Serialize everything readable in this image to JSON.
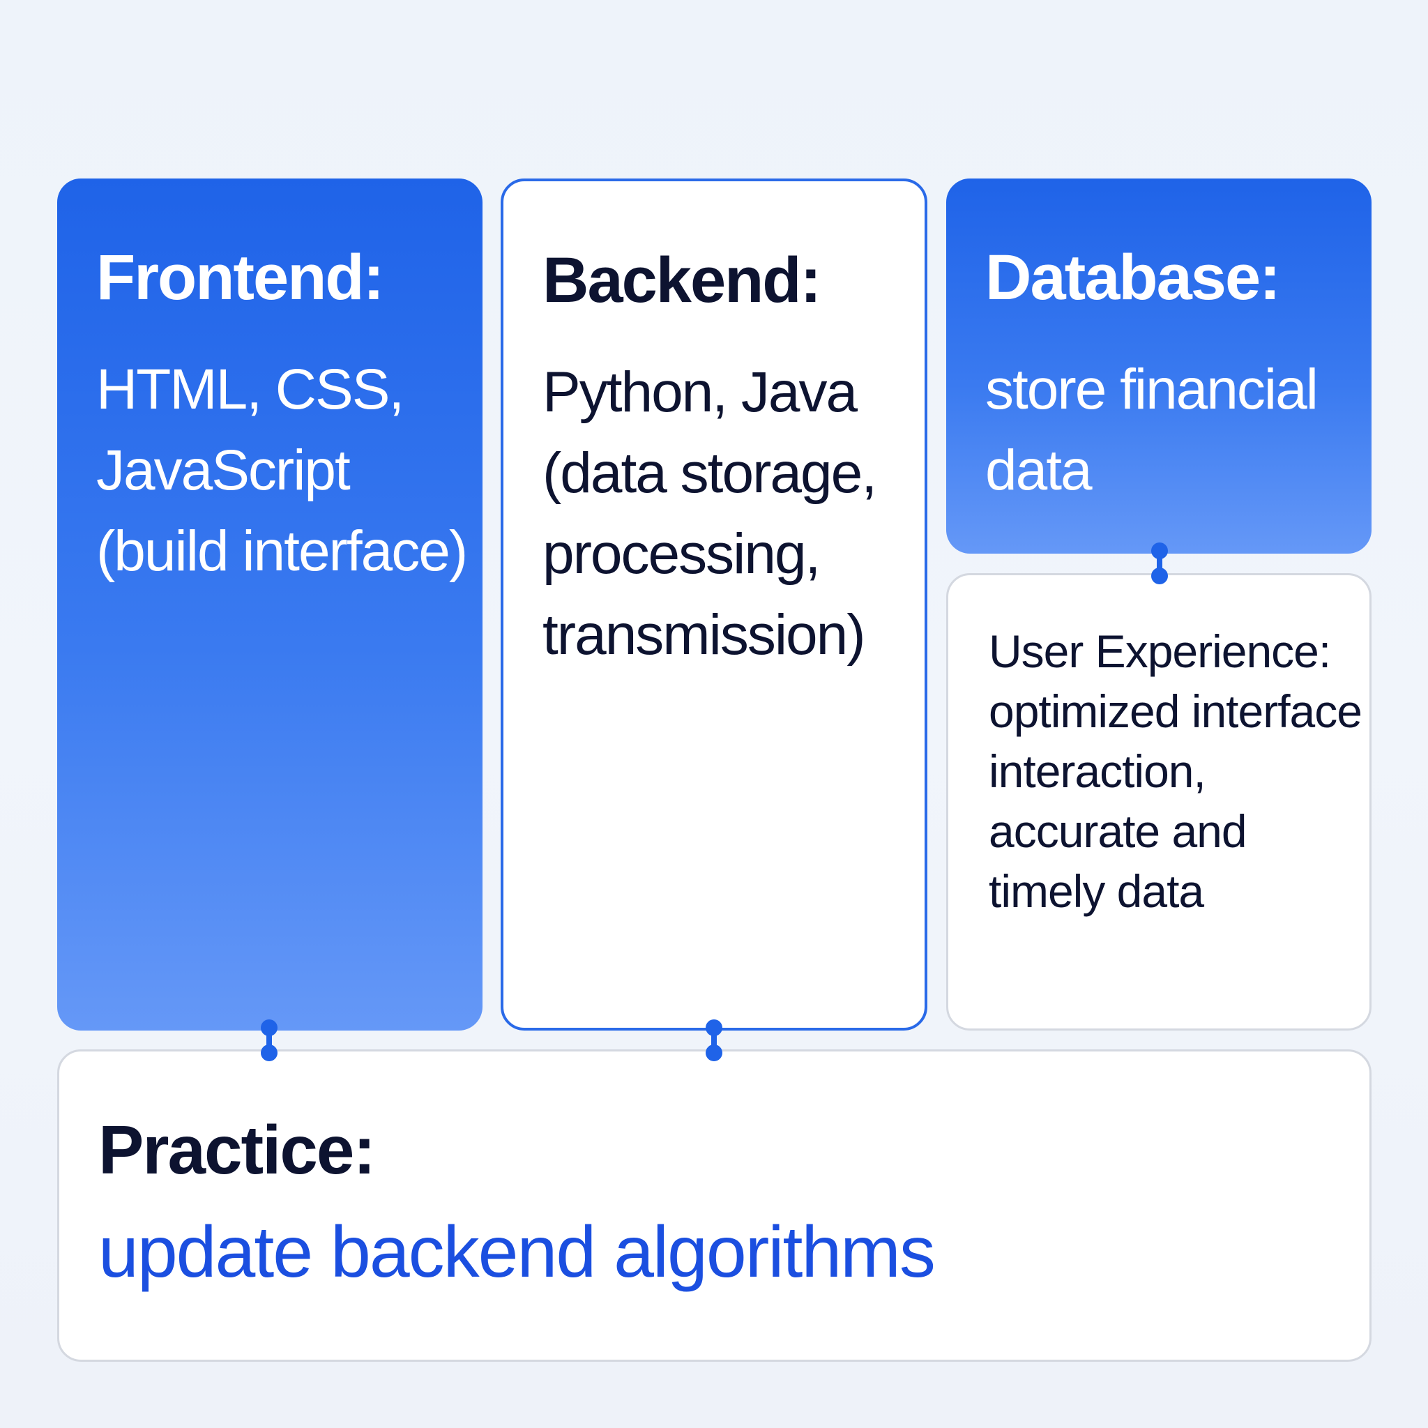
{
  "frontend": {
    "title": "Frontend:",
    "body": "HTML, CSS, JavaScript (build interface)"
  },
  "backend": {
    "title": "Backend:",
    "body": "Python, Java (data storage, processing, transmission)"
  },
  "database": {
    "title": "Database:",
    "body": "store financial data"
  },
  "user_experience": {
    "body": "User Experience: optimized interface interaction, accurate and timely data"
  },
  "practice": {
    "title": "Practice:",
    "body": "update backend algorithms"
  },
  "colors": {
    "accent_blue": "#1f63e8",
    "practice_text": "#1b4fe0",
    "dark_text": "#0d1330"
  }
}
